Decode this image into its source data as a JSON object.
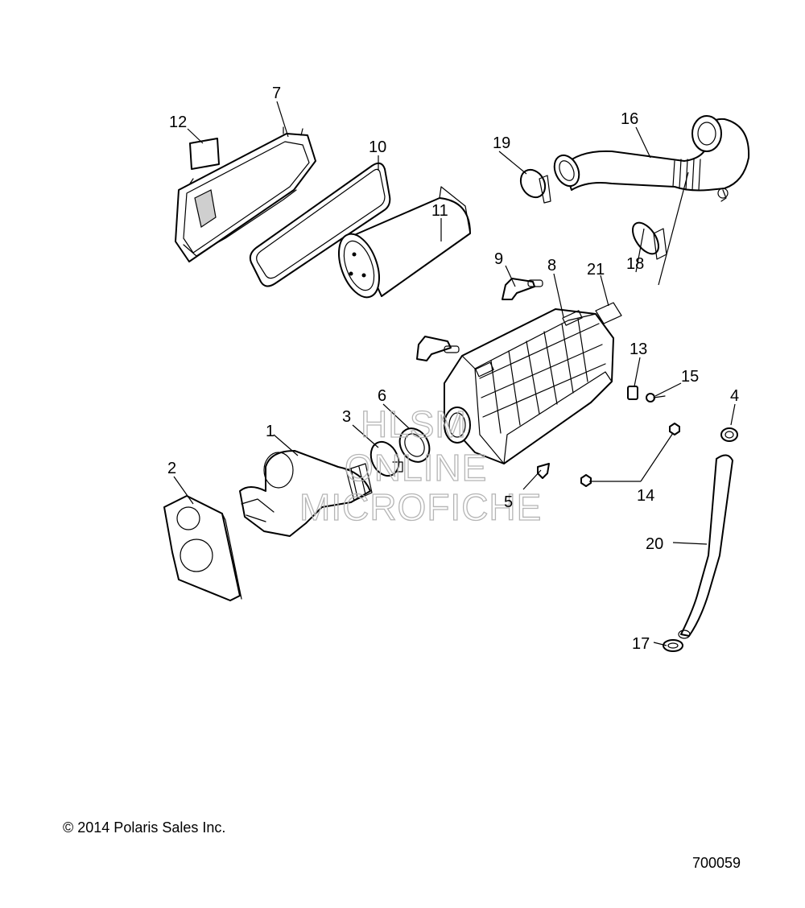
{
  "callouts": {
    "c1": "1",
    "c2": "2",
    "c3": "3",
    "c4": "4",
    "c5": "5",
    "c6": "6",
    "c7": "7",
    "c8": "8",
    "c9": "9",
    "c10": "10",
    "c11": "11",
    "c12": "12",
    "c13": "13",
    "c14": "14",
    "c15": "15",
    "c16": "16",
    "c17": "17",
    "c18": "18",
    "c19": "19",
    "c20": "20",
    "c21": "21"
  },
  "watermark": {
    "line1": "HLSM",
    "line2": "ONLINE",
    "line3": "MICROFICHE"
  },
  "footer": {
    "copyright": "© 2014 Polaris Sales Inc.",
    "diagram_number": "700059"
  }
}
